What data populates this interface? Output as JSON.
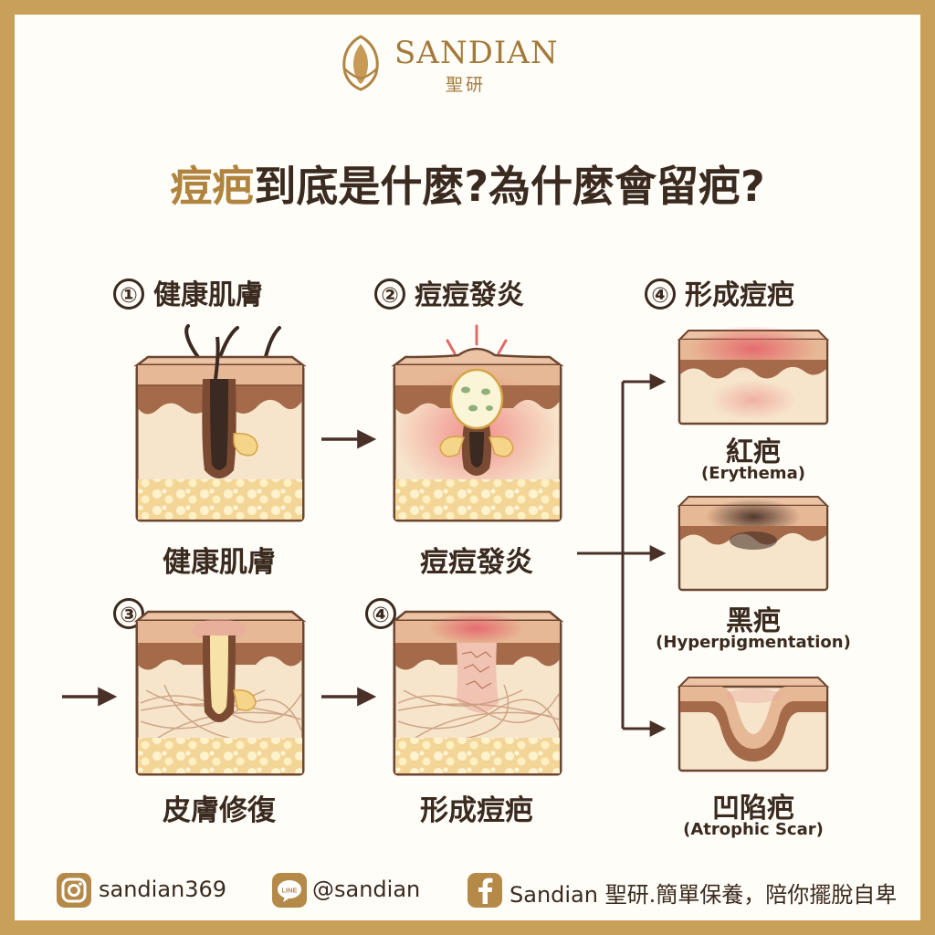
{
  "brand": {
    "name": "SANDIAN",
    "subname": "聖研"
  },
  "title": {
    "highlight": "痘疤",
    "rest": "到底是什麼?為什麼會留疤?"
  },
  "steps": [
    {
      "num": "①",
      "heading": "健康肌膚",
      "caption": "健康肌膚"
    },
    {
      "num": "②",
      "heading": "痘痘發炎",
      "caption": "痘痘發炎"
    },
    {
      "num": "③",
      "caption": "皮膚修復"
    },
    {
      "num": "④",
      "caption": "形成痘疤"
    }
  ],
  "outcomes": {
    "num": "④",
    "heading": "形成痘疤",
    "items": [
      {
        "cn": "紅疤",
        "en": "(Erythema)"
      },
      {
        "cn": "黑疤",
        "en": "(Hyperpigmentation)"
      },
      {
        "cn": "凹陷疤",
        "en": "(Atrophic Scar)"
      }
    ]
  },
  "footer": {
    "instagram": "sandian369",
    "line_badge": "LINE",
    "line": "@sandian",
    "facebook": "Sandian 聖研.簡單保養，陪你擺脫自卑"
  },
  "colors": {
    "accent": "#b0843e",
    "frame": "#c9a05a",
    "text": "#3a2a1f"
  }
}
